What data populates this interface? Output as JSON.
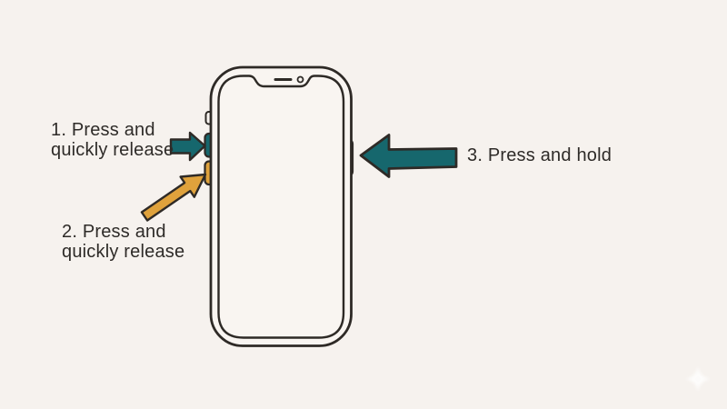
{
  "background": "#f6f2ee",
  "colors": {
    "teal": "#16676d",
    "yellow": "#dfa23c",
    "outline": "#2e2a26",
    "text": "#2e2b28",
    "phone_fill": "#f9f5f1",
    "watermark": "#ffffff"
  },
  "steps": [
    {
      "id": 1,
      "line1": "1. Press and",
      "line2": "quickly release",
      "arrow": "teal-right-arrow",
      "target": "volume-up-button"
    },
    {
      "id": 2,
      "line1": "2. Press and",
      "line2": "quickly release",
      "arrow": "yellow-diagonal-arrow",
      "target": "volume-down-button"
    },
    {
      "id": 3,
      "line1": "3. Press and hold",
      "line2": "",
      "arrow": "teal-left-arrow",
      "target": "side-button"
    }
  ],
  "phone": {
    "type": "iphone-outline-drawing",
    "buttons": [
      "mute-switch",
      "volume-up-button",
      "volume-down-button",
      "side-button"
    ]
  },
  "watermark": {
    "icon": "sparkle-icon"
  }
}
